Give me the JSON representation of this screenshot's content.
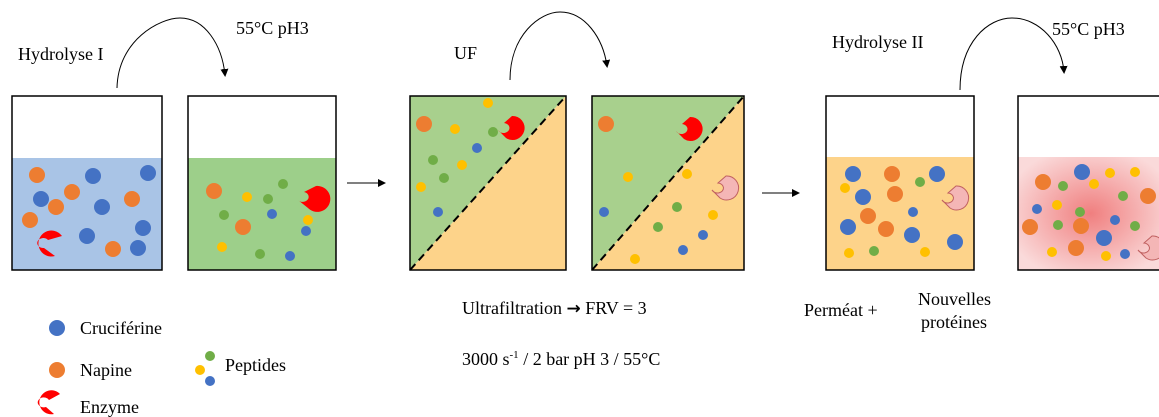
{
  "steps": {
    "hydrolyse1": {
      "label": "Hydrolyse I",
      "conditions": "55°C pH3"
    },
    "uf": {
      "label": "UF"
    },
    "hydrolyse2": {
      "label": "Hydrolyse II",
      "conditions": "55°C pH3"
    }
  },
  "uf_info": {
    "line1_prefix": "Ultrafiltration",
    "line1_arrow": "→",
    "line1_suffix": "FRV = 3",
    "line2_a": "3000 s",
    "line2_sup": "-1",
    "line2_b": " / 2 bar pH 3 / 55°C"
  },
  "permeat": {
    "prefix": "Perméat +",
    "line1": "Nouvelles",
    "line2": "protéines"
  },
  "legend": {
    "cruciferine": "Cruciférine",
    "napine": "Napine",
    "peptides": "Peptides",
    "enzyme": "Enzyme"
  },
  "colors": {
    "cruciferine": "#4472c4",
    "napine": "#ed7d31",
    "peptide_green": "#70ad47",
    "peptide_yellow": "#ffc000",
    "enzyme": "#ff0000",
    "enzyme_inactive": "#f4b6b6",
    "liquid_blue": "#a9c4e6",
    "liquid_green": "#9dcf8a",
    "liquid_orange": "#fdd38a",
    "liquid_pink": "#f5a3a3"
  }
}
